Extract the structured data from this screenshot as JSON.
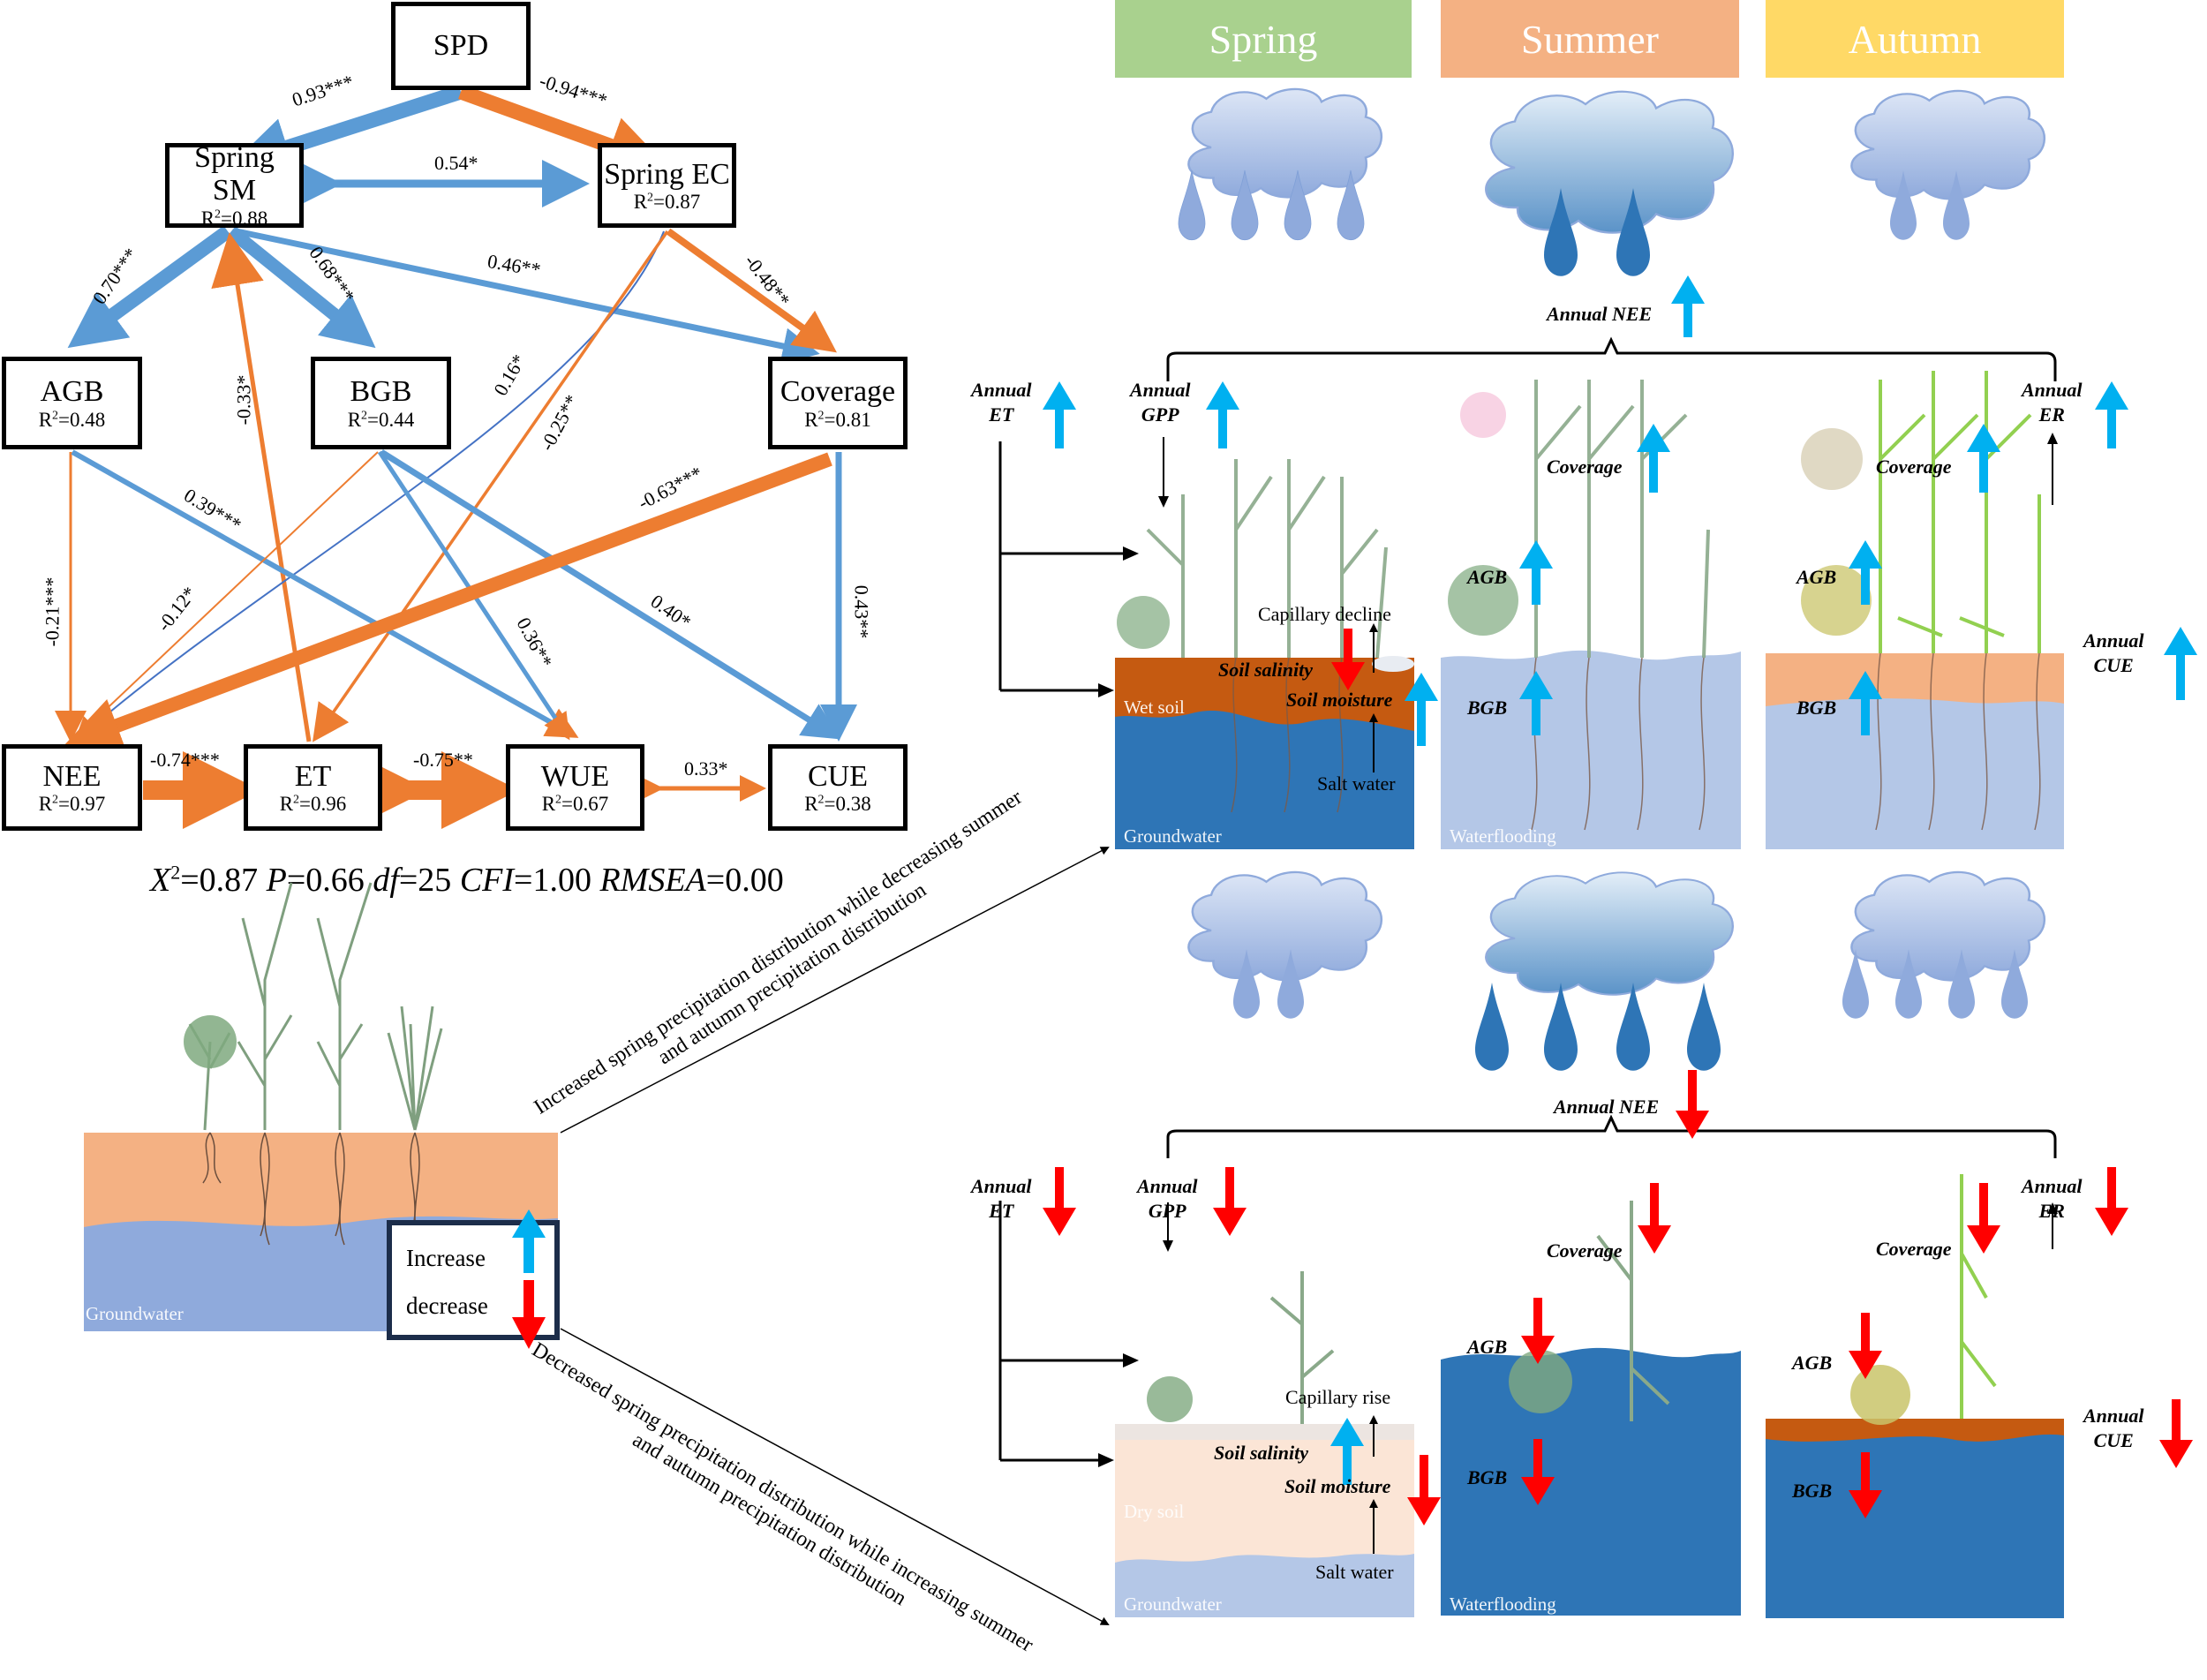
{
  "sem": {
    "nodes": {
      "spd": {
        "name": "SPD",
        "r2": ""
      },
      "spring_sm": {
        "name": "Spring SM",
        "r2": "=0.88"
      },
      "spring_ec": {
        "name": "Spring EC",
        "r2": "=0.87"
      },
      "agb": {
        "name": "AGB",
        "r2": "=0.48"
      },
      "bgb": {
        "name": "BGB",
        "r2": "=0.44"
      },
      "coverage": {
        "name": "Coverage",
        "r2": "=0.81"
      },
      "nee": {
        "name": "NEE",
        "r2": "=0.97"
      },
      "et": {
        "name": "ET",
        "r2": "=0.96"
      },
      "wue": {
        "name": "WUE",
        "r2": "=0.67"
      },
      "cue": {
        "name": "CUE",
        "r2": "=0.38"
      }
    },
    "r2_prefix": "R",
    "r2_sup": "2",
    "paths": [
      {
        "from": "SPD",
        "to": "Spring SM",
        "coef": "0.93***",
        "sign": "positive"
      },
      {
        "from": "SPD",
        "to": "Spring EC",
        "coef": "-0.94***",
        "sign": "negative"
      },
      {
        "from": "Spring SM",
        "to": "Spring EC",
        "coef": "0.54*",
        "sign": "positive",
        "bidirectional": true
      },
      {
        "from": "Spring SM",
        "to": "AGB",
        "coef": "0.70***",
        "sign": "positive"
      },
      {
        "from": "Spring SM",
        "to": "BGB",
        "coef": "0.68***",
        "sign": "positive"
      },
      {
        "from": "Spring SM",
        "to": "Coverage",
        "coef": "0.46**",
        "sign": "positive"
      },
      {
        "from": "ET",
        "to": "Spring SM",
        "coef": "-0.33*",
        "sign": "negative"
      },
      {
        "from": "Spring EC",
        "to": "Coverage",
        "coef": "-0.48**",
        "sign": "negative"
      },
      {
        "from": "Spring EC",
        "to": "NEE",
        "coef": "0.16*",
        "sign": "positive"
      },
      {
        "from": "Spring EC",
        "to": "ET",
        "coef": "-0.25**",
        "sign": "negative"
      },
      {
        "from": "AGB",
        "to": "NEE",
        "coef": "-0.21***",
        "sign": "negative"
      },
      {
        "from": "AGB",
        "to": "WUE",
        "coef": "0.39***",
        "sign": "positive"
      },
      {
        "from": "BGB",
        "to": "NEE",
        "coef": "-0.12*",
        "sign": "negative"
      },
      {
        "from": "BGB",
        "to": "WUE",
        "coef": "0.36**",
        "sign": "positive"
      },
      {
        "from": "BGB",
        "to": "CUE",
        "coef": "0.40*",
        "sign": "positive"
      },
      {
        "from": "Coverage",
        "to": "NEE",
        "coef": "-0.63***",
        "sign": "negative"
      },
      {
        "from": "Coverage",
        "to": "CUE",
        "coef": "0.43**",
        "sign": "positive"
      },
      {
        "from": "NEE",
        "to": "ET",
        "coef": "-0.74***",
        "sign": "negative"
      },
      {
        "from": "ET",
        "to": "WUE",
        "coef": "-0.75**",
        "sign": "negative",
        "bidirectional": true
      },
      {
        "from": "WUE",
        "to": "CUE",
        "coef": "0.33*",
        "sign": "negative",
        "bidirectional": true
      }
    ],
    "fit": {
      "x2_label": "X",
      "x2_sup": "2",
      "x2_val": "=0.87",
      "p_label": "P",
      "p_val": "=0.66",
      "df_label": "df",
      "df_val": "=25",
      "cfi_label": "CFI",
      "cfi_val": "=1.00",
      "rmsea_label": "RMSEA",
      "rmsea_val": "=0.00"
    }
  },
  "colors": {
    "positive": "#5b9bd5",
    "negative": "#ed7d31",
    "thin_positive": "#4472c4",
    "increase_arrow": "#00b0f0",
    "decrease_arrow": "#ff0000",
    "spring": "#a9d18e",
    "summer": "#f4b183",
    "autumn": "#ffd966",
    "wet_soil": "#c55a11",
    "groundwater_dark": "#2e75b6",
    "groundwater_light": "#b4c7e7",
    "dry_soil": "#fbe5d6",
    "orange_soil": "#f4b183",
    "legend_border": "#1c2d4a"
  },
  "seasons": [
    {
      "label": "Spring",
      "top_drops": 4,
      "bottom_drops": 2
    },
    {
      "label": "Summer",
      "top_drops": 2,
      "bottom_drops": 4
    },
    {
      "label": "Autumn",
      "top_drops": 2,
      "bottom_drops": 4
    }
  ],
  "legend_panel": {
    "groundwater": "Groundwater",
    "increase": "Increase",
    "decrease": "decrease"
  },
  "scenario_arrows": {
    "increased": {
      "line1": "Increased spring precipitation distribution while decreasing summer",
      "line2": "and autumn precipitation distribution"
    },
    "decreased": {
      "line1": "Decreased spring precipitation distribution while increasing summer",
      "line2": "and autumn precipitation distribution"
    }
  },
  "upper_panel": {
    "annual_nee": {
      "label": "Annual NEE",
      "direction": "up"
    },
    "annual_et": {
      "line1": "Annual",
      "line2": "ET",
      "direction": "up"
    },
    "annual_gpp": {
      "line1": "Annual",
      "line2": "GPP",
      "direction": "up"
    },
    "annual_er": {
      "line1": "Annual",
      "line2": "ER",
      "direction": "up"
    },
    "annual_cue": {
      "line1": "Annual",
      "line2": "CUE",
      "direction": "up"
    },
    "spring_scene": {
      "capillary": "Capillary decline",
      "soil_salinity": "Soil salinity",
      "soil_salinity_dir": "down",
      "soil_moisture": "Soil moisture",
      "soil_moisture_dir": "up",
      "salt_water": "Salt water",
      "soil_label": "Wet soil",
      "water_label": "Groundwater"
    },
    "summer_scene": {
      "coverage": "Coverage",
      "agb": "AGB",
      "bgb": "BGB",
      "direction": "up",
      "water_label": "Waterflooding"
    },
    "autumn_scene": {
      "coverage": "Coverage",
      "agb": "AGB",
      "bgb": "BGB",
      "direction": "up"
    }
  },
  "lower_panel": {
    "annual_nee": {
      "label": "Annual NEE",
      "direction": "down"
    },
    "annual_et": {
      "line1": "Annual",
      "line2": "ET",
      "direction": "down"
    },
    "annual_gpp": {
      "line1": "Annual",
      "line2": "GPP",
      "direction": "down"
    },
    "annual_er": {
      "line1": "Annual",
      "line2": "ER",
      "direction": "down"
    },
    "annual_cue": {
      "line1": "Annual",
      "line2": "CUE",
      "direction": "down"
    },
    "spring_scene": {
      "capillary": "Capillary rise",
      "soil_salinity": "Soil salinity",
      "soil_salinity_dir": "up",
      "soil_moisture": "Soil moisture",
      "soil_moisture_dir": "down",
      "salt_water": "Salt water",
      "soil_label": "Dry soil",
      "water_label": "Groundwater"
    },
    "summer_scene": {
      "coverage": "Coverage",
      "agb": "AGB",
      "bgb": "BGB",
      "direction": "down",
      "water_label": "Waterflooding"
    },
    "autumn_scene": {
      "coverage": "Coverage",
      "agb": "AGB",
      "bgb": "BGB",
      "direction": "down"
    }
  }
}
